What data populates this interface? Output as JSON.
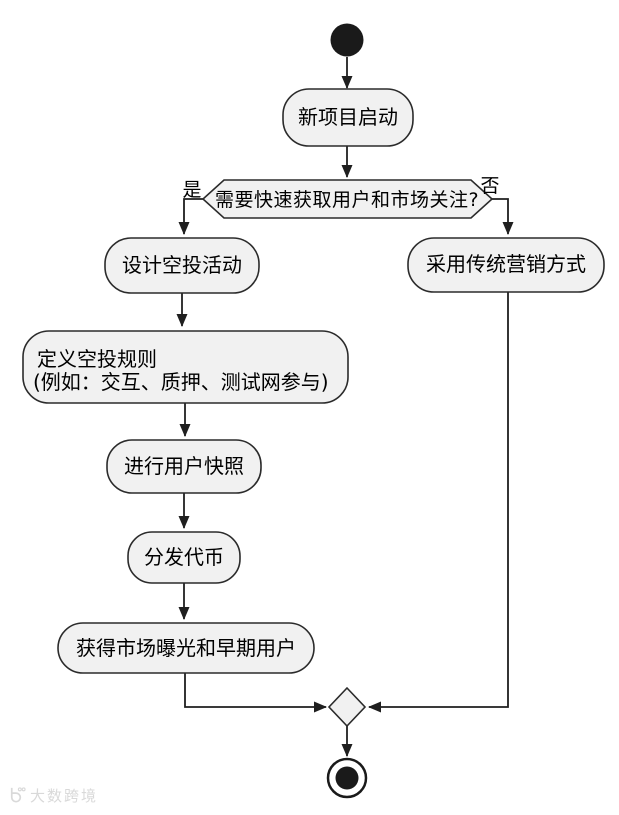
{
  "diagram": {
    "type": "activity-flowchart",
    "nodes": {
      "start": {
        "shape": "filled-circle"
      },
      "new_project": {
        "label": "新项目启动"
      },
      "decision": {
        "label": "需要快速获取用户和市场关注?",
        "yes": "是",
        "no": "否"
      },
      "design_airdrop": {
        "label": "设计空投活动"
      },
      "define_rules": {
        "label_line1": "定义空投规则",
        "label_line2": "(例如：交互、质押、测试网参与)"
      },
      "user_snapshot": {
        "label": "进行用户快照"
      },
      "distribute_tokens": {
        "label": "分发代币"
      },
      "market_exposure": {
        "label": "获得市场曝光和早期用户"
      },
      "traditional_marketing": {
        "label": "采用传统营销方式"
      },
      "merge": {
        "shape": "diamond"
      },
      "end": {
        "shape": "ring-circle"
      }
    },
    "colors": {
      "node_fill": "#f1f1f1",
      "node_stroke": "#2b2b2b",
      "edge": "#1f1f1f",
      "node_black": "#1a1a1a",
      "background": "#ffffff",
      "watermark": "#d9d9d9"
    }
  },
  "watermark": {
    "text": "大数跨境"
  }
}
